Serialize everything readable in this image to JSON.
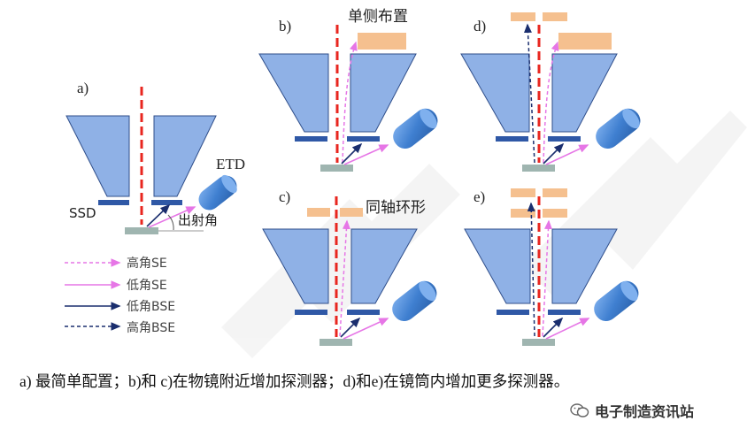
{
  "panels": {
    "a": {
      "label": "a)"
    },
    "b": {
      "label": "b)",
      "title": "单侧布置"
    },
    "c": {
      "label": "c)",
      "title": "同轴环形"
    },
    "d": {
      "label": "d)"
    },
    "e": {
      "label": "e)"
    }
  },
  "annotations": {
    "etd": "ETD",
    "ssd": "SSD",
    "takeoff_angle": "出射角"
  },
  "legend": [
    {
      "label": "高角SE",
      "style": "dashed",
      "color": "#e676e6"
    },
    {
      "label": "低角SE",
      "style": "solid",
      "color": "#e676e6"
    },
    {
      "label": "低角BSE",
      "style": "solid",
      "color": "#1a2e6e"
    },
    {
      "label": "高角BSE",
      "style": "dashed",
      "color": "#1a2e6e"
    }
  ],
  "caption": "a) 最简单配置；b)和 c)在物镜附近增加探测器；d)和e)在镜筒内增加更多探测器。",
  "watermark": {
    "text": "电子制造资讯站",
    "icon": "wechat-icon"
  },
  "colors": {
    "pole": "#8fb1e6",
    "pole_stroke": "#2f4e8a",
    "ssd": "#2f58a6",
    "beam": "#e8261f",
    "sample": "#9fb5b0",
    "inlens": "#f5c08f",
    "etd_body": "#3f7fd0"
  }
}
